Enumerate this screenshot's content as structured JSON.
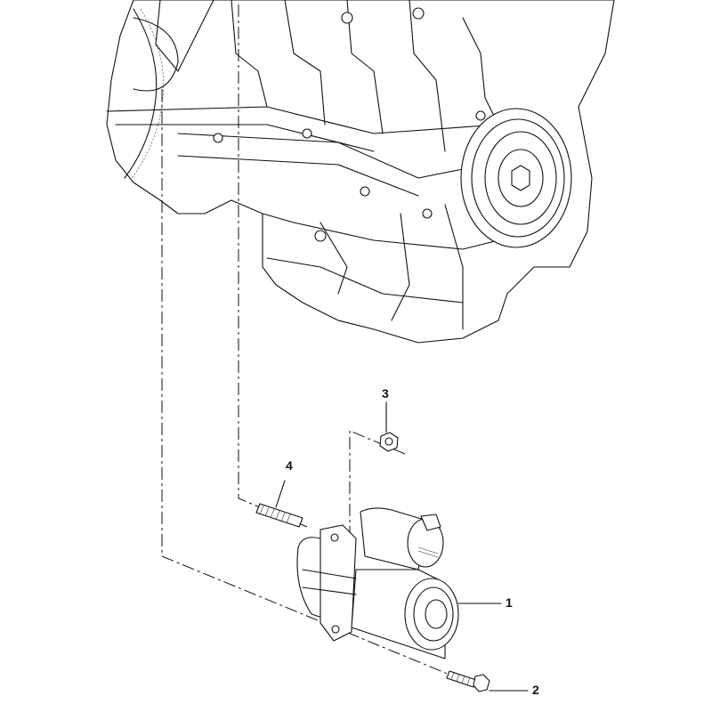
{
  "diagram": {
    "callouts": [
      {
        "label": "1",
        "part": "starter-motor"
      },
      {
        "label": "2",
        "part": "starter-bolt"
      },
      {
        "label": "3",
        "part": "starter-nut"
      },
      {
        "label": "4",
        "part": "starter-stud"
      }
    ]
  }
}
